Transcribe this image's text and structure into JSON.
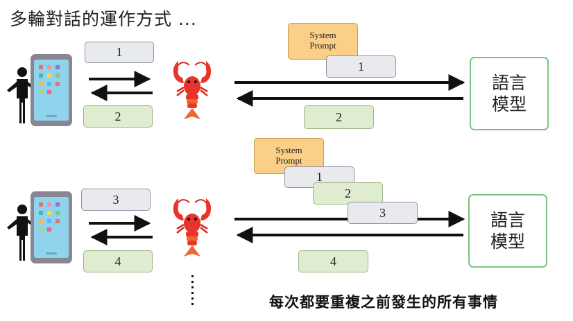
{
  "title": "多輪對話的運作方式 ...",
  "caption": "每次都要重複之前發生的所有事情",
  "model_label_line1": "語言",
  "model_label_line2": "模型",
  "system_prompt_line1": "System",
  "system_prompt_line2": "Prompt",
  "top": {
    "user_msg": "1",
    "reply_msg": "2",
    "model_input_msg": "1",
    "model_output_msg": "2"
  },
  "bottom": {
    "user_msg": "3",
    "reply_msg": "4",
    "context_msgs": [
      "1",
      "2",
      "3"
    ],
    "model_output_msg": "4"
  },
  "colors": {
    "gray_box": "#e8eaee",
    "green_box": "#dfeccf",
    "system_prompt": "#fbcf87",
    "model_border": "#7bc47b",
    "arrow": "#111111"
  }
}
